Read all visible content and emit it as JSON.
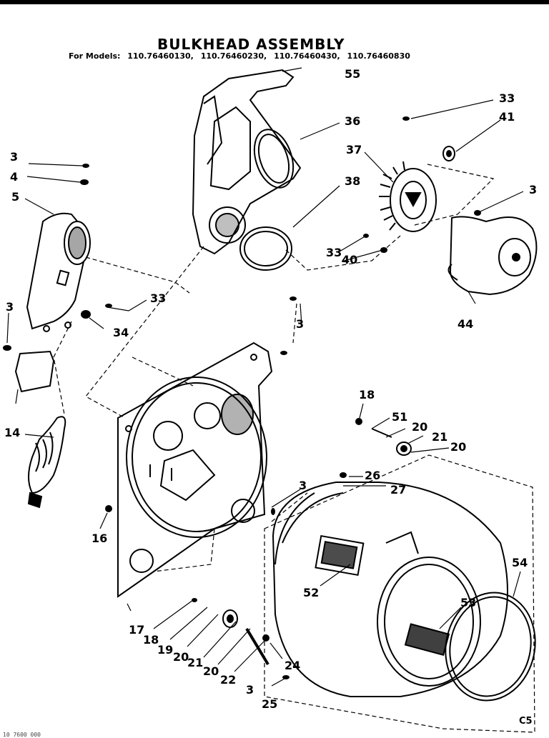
{
  "title": "BULKHEAD ASSEMBLY",
  "models_label": "For Models:",
  "models": [
    "110.76460130,",
    "110.76460230,",
    "110.76460430,",
    "110.76460830"
  ],
  "corner_code": "C5",
  "footer_code": "10 7600 000",
  "callouts": {
    "c55": "55",
    "c36": "36",
    "c38": "38",
    "c37": "37",
    "c33_top": "33",
    "c41": "41",
    "c3_right": "3",
    "c33_mid": "33",
    "c40": "40",
    "c44": "44",
    "c3_a": "3",
    "c4": "4",
    "c5": "5",
    "c33_left": "33",
    "c34": "34",
    "c3_b": "3",
    "c14": "14",
    "c3_c": "3",
    "c18_top": "18",
    "c51": "51",
    "c20_a": "20",
    "c21_a": "21",
    "c20_b": "20",
    "c26": "26",
    "c27": "27",
    "c3_d": "3",
    "c16": "16",
    "c52": "52",
    "c54": "54",
    "c53": "53",
    "c17": "17",
    "c18_b": "18",
    "c19": "19",
    "c20_c": "20",
    "c21_b": "21",
    "c20_d": "20",
    "c22": "22",
    "c24": "24",
    "c3_e": "3",
    "c25": "25"
  },
  "parts": [
    {
      "ref": "exhaust-duct",
      "icon": "duct-icon"
    },
    {
      "ref": "bulkhead-panel",
      "icon": "panel-icon"
    },
    {
      "ref": "drum",
      "icon": "drum-icon"
    },
    {
      "ref": "blower-wheel",
      "icon": "fan-icon"
    },
    {
      "ref": "blower-housing",
      "icon": "housing-icon"
    }
  ]
}
